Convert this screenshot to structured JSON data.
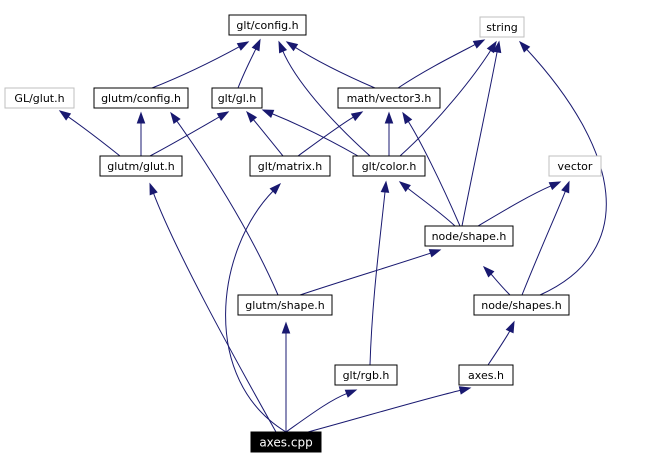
{
  "graph": {
    "root": "axes_cpp",
    "nodes": [
      {
        "id": "glt_config_h",
        "label": "glt/config.h"
      },
      {
        "id": "string",
        "label": "string",
        "external": true
      },
      {
        "id": "GL_glut_h",
        "label": "GL/glut.h",
        "external": true
      },
      {
        "id": "glutm_config_h",
        "label": "glutm/config.h"
      },
      {
        "id": "glt_gl_h",
        "label": "glt/gl.h"
      },
      {
        "id": "math_vector3_h",
        "label": "math/vector3.h"
      },
      {
        "id": "glutm_glut_h",
        "label": "glutm/glut.h"
      },
      {
        "id": "glt_matrix_h",
        "label": "glt/matrix.h"
      },
      {
        "id": "glt_color_h",
        "label": "glt/color.h"
      },
      {
        "id": "vector",
        "label": "vector",
        "external": true
      },
      {
        "id": "node_shape_h",
        "label": "node/shape.h"
      },
      {
        "id": "glutm_shape_h",
        "label": "glutm/shape.h"
      },
      {
        "id": "node_shapes_h",
        "label": "node/shapes.h"
      },
      {
        "id": "glt_rgb_h",
        "label": "glt/rgb.h"
      },
      {
        "id": "axes_h",
        "label": "axes.h"
      },
      {
        "id": "axes_cpp",
        "label": "axes.cpp",
        "root": true
      }
    ],
    "edges": [
      {
        "from": "axes_cpp",
        "to": "glutm_glut_h"
      },
      {
        "from": "axes_cpp",
        "to": "glt_matrix_h"
      },
      {
        "from": "axes_cpp",
        "to": "glutm_shape_h"
      },
      {
        "from": "axes_cpp",
        "to": "glt_rgb_h"
      },
      {
        "from": "axes_cpp",
        "to": "axes_h"
      },
      {
        "from": "glutm_glut_h",
        "to": "GL_glut_h"
      },
      {
        "from": "glutm_glut_h",
        "to": "glutm_config_h"
      },
      {
        "from": "glutm_glut_h",
        "to": "glt_gl_h"
      },
      {
        "from": "glutm_config_h",
        "to": "glt_config_h"
      },
      {
        "from": "glt_gl_h",
        "to": "glt_config_h"
      },
      {
        "from": "glt_matrix_h",
        "to": "glt_gl_h"
      },
      {
        "from": "glt_matrix_h",
        "to": "math_vector3_h"
      },
      {
        "from": "math_vector3_h",
        "to": "glt_config_h"
      },
      {
        "from": "math_vector3_h",
        "to": "string"
      },
      {
        "from": "glt_color_h",
        "to": "glt_config_h"
      },
      {
        "from": "glt_color_h",
        "to": "glt_gl_h"
      },
      {
        "from": "glt_color_h",
        "to": "math_vector3_h"
      },
      {
        "from": "glt_color_h",
        "to": "string"
      },
      {
        "from": "node_shape_h",
        "to": "string"
      },
      {
        "from": "node_shape_h",
        "to": "math_vector3_h"
      },
      {
        "from": "node_shape_h",
        "to": "glt_color_h"
      },
      {
        "from": "node_shape_h",
        "to": "vector"
      },
      {
        "from": "glutm_shape_h",
        "to": "glutm_config_h"
      },
      {
        "from": "glutm_shape_h",
        "to": "node_shape_h"
      },
      {
        "from": "node_shapes_h",
        "to": "node_shape_h"
      },
      {
        "from": "node_shapes_h",
        "to": "vector"
      },
      {
        "from": "node_shapes_h",
        "to": "string"
      },
      {
        "from": "glt_rgb_h",
        "to": "glt_color_h"
      },
      {
        "from": "axes_h",
        "to": "node_shapes_h"
      }
    ]
  }
}
